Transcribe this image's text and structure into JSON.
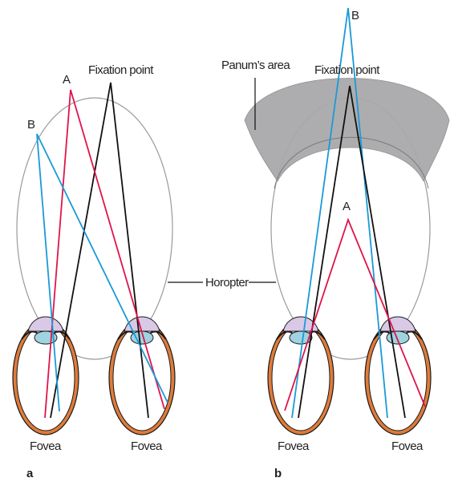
{
  "labels": {
    "a_fixation_point": "Fixation point",
    "a_point_A": "A",
    "a_point_B": "B",
    "a_fovea_left": "Fovea",
    "a_fovea_right": "Fovea",
    "panel_a": "a",
    "horopter": "Horopter",
    "b_point_B": "B",
    "b_panums_area": "Panum’s area",
    "b_fixation_point": "Fixation point",
    "b_point_A": "A",
    "b_fovea_left": "Fovea",
    "b_fovea_right": "Fovea",
    "panel_b": "b"
  },
  "colors": {
    "fixation_lines": "#111111",
    "point_A_lines": "#e0144c",
    "point_B_lines": "#1a9ad6",
    "horopter_circle": "#9a9a9a",
    "panums_area": "#a9a9ab",
    "eye_outline": "#e07b39",
    "lens": "#9fd3e0",
    "cornea": "#d9c9e6"
  }
}
